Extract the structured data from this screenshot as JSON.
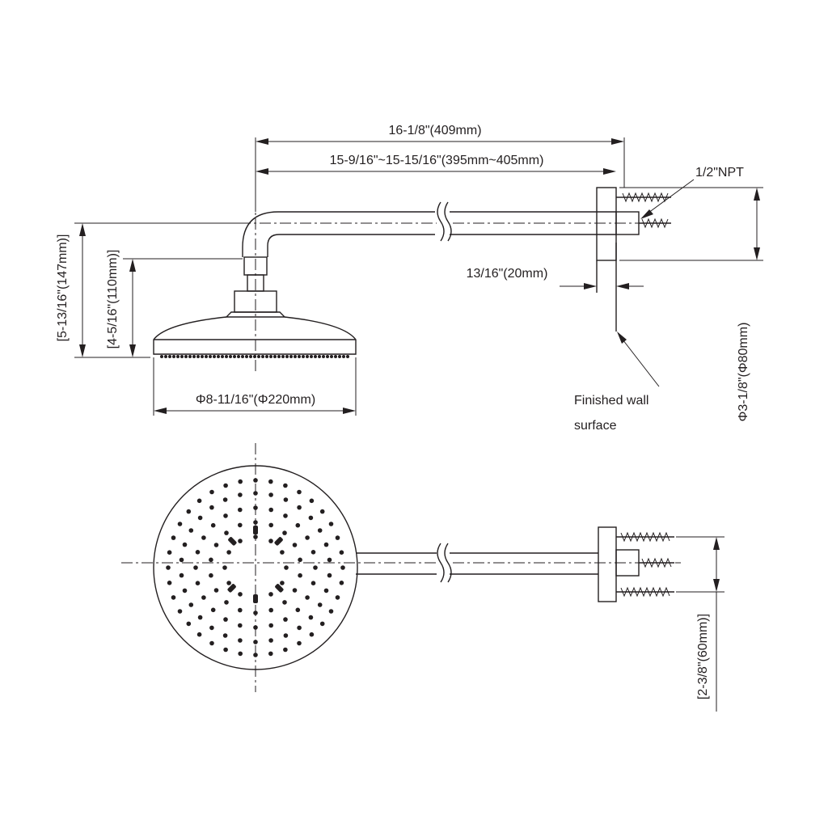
{
  "labels": {
    "overall_length": "16-1/8\"(409mm)",
    "arm_length_range": "15-9/16\"~15-15/16\"(395mm~405mm)",
    "npt": "1/2\"NPT",
    "flange_depth": "13/16\"(20mm)",
    "finished_wall_line1": "Finished wall",
    "finished_wall_line2": "surface",
    "head_diameter": "Φ8-11/16\"(Φ220mm)",
    "height_total": "[5-13/16\"(147mm)]",
    "height_head": "[4-5/16\"(110mm)]",
    "flange_diameter": "Φ3-1/8\"(Φ80mm)",
    "screw_spacing": "[2-3/8\"(60mm)]"
  },
  "colors": {
    "line": "#231f20",
    "background": "#ffffff"
  }
}
